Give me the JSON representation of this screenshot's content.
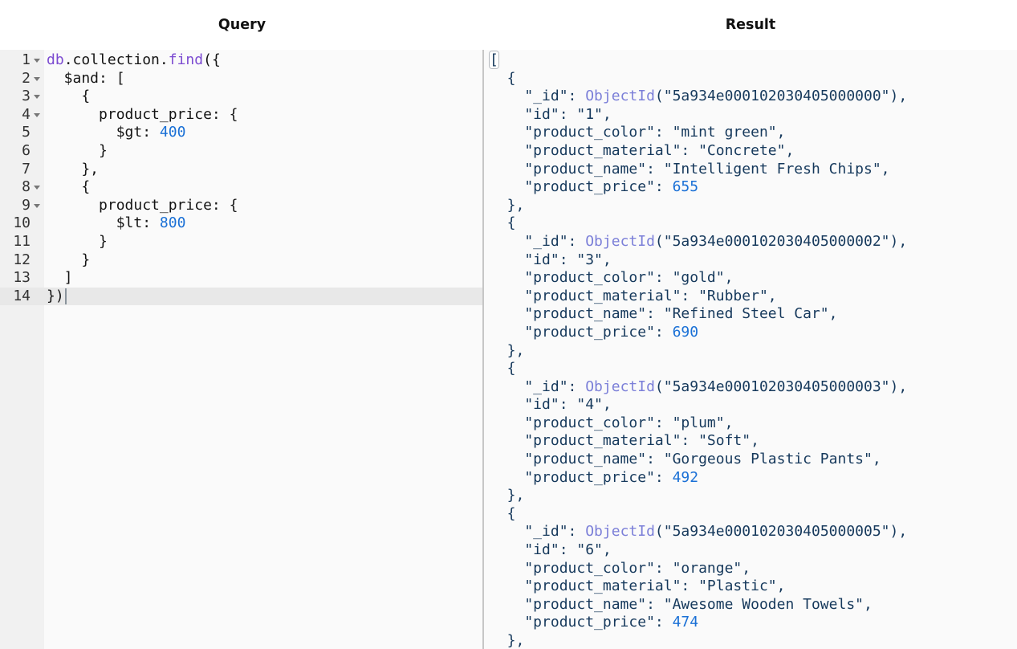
{
  "header": {
    "query_title": "Query",
    "result_title": "Result"
  },
  "colors": {
    "keyword_purple": "#7c4bd1",
    "number_blue": "#1a70d6",
    "objectid_periwinkle": "#7b7fd8",
    "result_navy": "#16395c",
    "active_line_bg": "#e8e8e8",
    "gutter_bg": "#f1f1f1",
    "editor_bg": "#fafafa"
  },
  "query": {
    "lines": [
      {
        "num": 1,
        "fold": true,
        "active": false,
        "tokens": [
          [
            "k",
            "db"
          ],
          [
            "t",
            ".collection."
          ],
          [
            "k",
            "find"
          ],
          [
            "b",
            "("
          ],
          [
            "t",
            "{"
          ]
        ]
      },
      {
        "num": 2,
        "fold": true,
        "active": false,
        "tokens": [
          [
            "t",
            "  $and: ["
          ]
        ]
      },
      {
        "num": 3,
        "fold": true,
        "active": false,
        "tokens": [
          [
            "t",
            "    {"
          ]
        ]
      },
      {
        "num": 4,
        "fold": true,
        "active": false,
        "tokens": [
          [
            "t",
            "      product_price: {"
          ]
        ]
      },
      {
        "num": 5,
        "fold": false,
        "active": false,
        "tokens": [
          [
            "t",
            "        $gt: "
          ],
          [
            "n",
            "400"
          ]
        ]
      },
      {
        "num": 6,
        "fold": false,
        "active": false,
        "tokens": [
          [
            "t",
            "      }"
          ]
        ]
      },
      {
        "num": 7,
        "fold": false,
        "active": false,
        "tokens": [
          [
            "t",
            "    },"
          ]
        ]
      },
      {
        "num": 8,
        "fold": true,
        "active": false,
        "tokens": [
          [
            "t",
            "    {"
          ]
        ]
      },
      {
        "num": 9,
        "fold": true,
        "active": false,
        "tokens": [
          [
            "t",
            "      product_price: {"
          ]
        ]
      },
      {
        "num": 10,
        "fold": false,
        "active": false,
        "tokens": [
          [
            "t",
            "        $lt: "
          ],
          [
            "n",
            "800"
          ]
        ]
      },
      {
        "num": 11,
        "fold": false,
        "active": false,
        "tokens": [
          [
            "t",
            "      }"
          ]
        ]
      },
      {
        "num": 12,
        "fold": false,
        "active": false,
        "tokens": [
          [
            "t",
            "    }"
          ]
        ]
      },
      {
        "num": 13,
        "fold": false,
        "active": false,
        "tokens": [
          [
            "t",
            "  ]"
          ]
        ]
      },
      {
        "num": 14,
        "fold": false,
        "active": true,
        "tokens": [
          [
            "t",
            "}"
          ],
          [
            "b",
            ")"
          ],
          [
            "cursor",
            ""
          ]
        ]
      }
    ]
  },
  "result": {
    "open_bracket": "[",
    "objectid_label": "ObjectId",
    "fields": [
      "_id",
      "id",
      "product_color",
      "product_material",
      "product_name",
      "product_price"
    ],
    "documents": [
      {
        "_id": "5a934e000102030405000000",
        "id": "1",
        "product_color": "mint green",
        "product_material": "Concrete",
        "product_name": "Intelligent Fresh Chips",
        "product_price": 655
      },
      {
        "_id": "5a934e000102030405000002",
        "id": "3",
        "product_color": "gold",
        "product_material": "Rubber",
        "product_name": "Refined Steel Car",
        "product_price": 690
      },
      {
        "_id": "5a934e000102030405000003",
        "id": "4",
        "product_color": "plum",
        "product_material": "Soft",
        "product_name": "Gorgeous Plastic Pants",
        "product_price": 492
      },
      {
        "_id": "5a934e000102030405000005",
        "id": "6",
        "product_color": "orange",
        "product_material": "Plastic",
        "product_name": "Awesome Wooden Towels",
        "product_price": 474
      }
    ]
  }
}
